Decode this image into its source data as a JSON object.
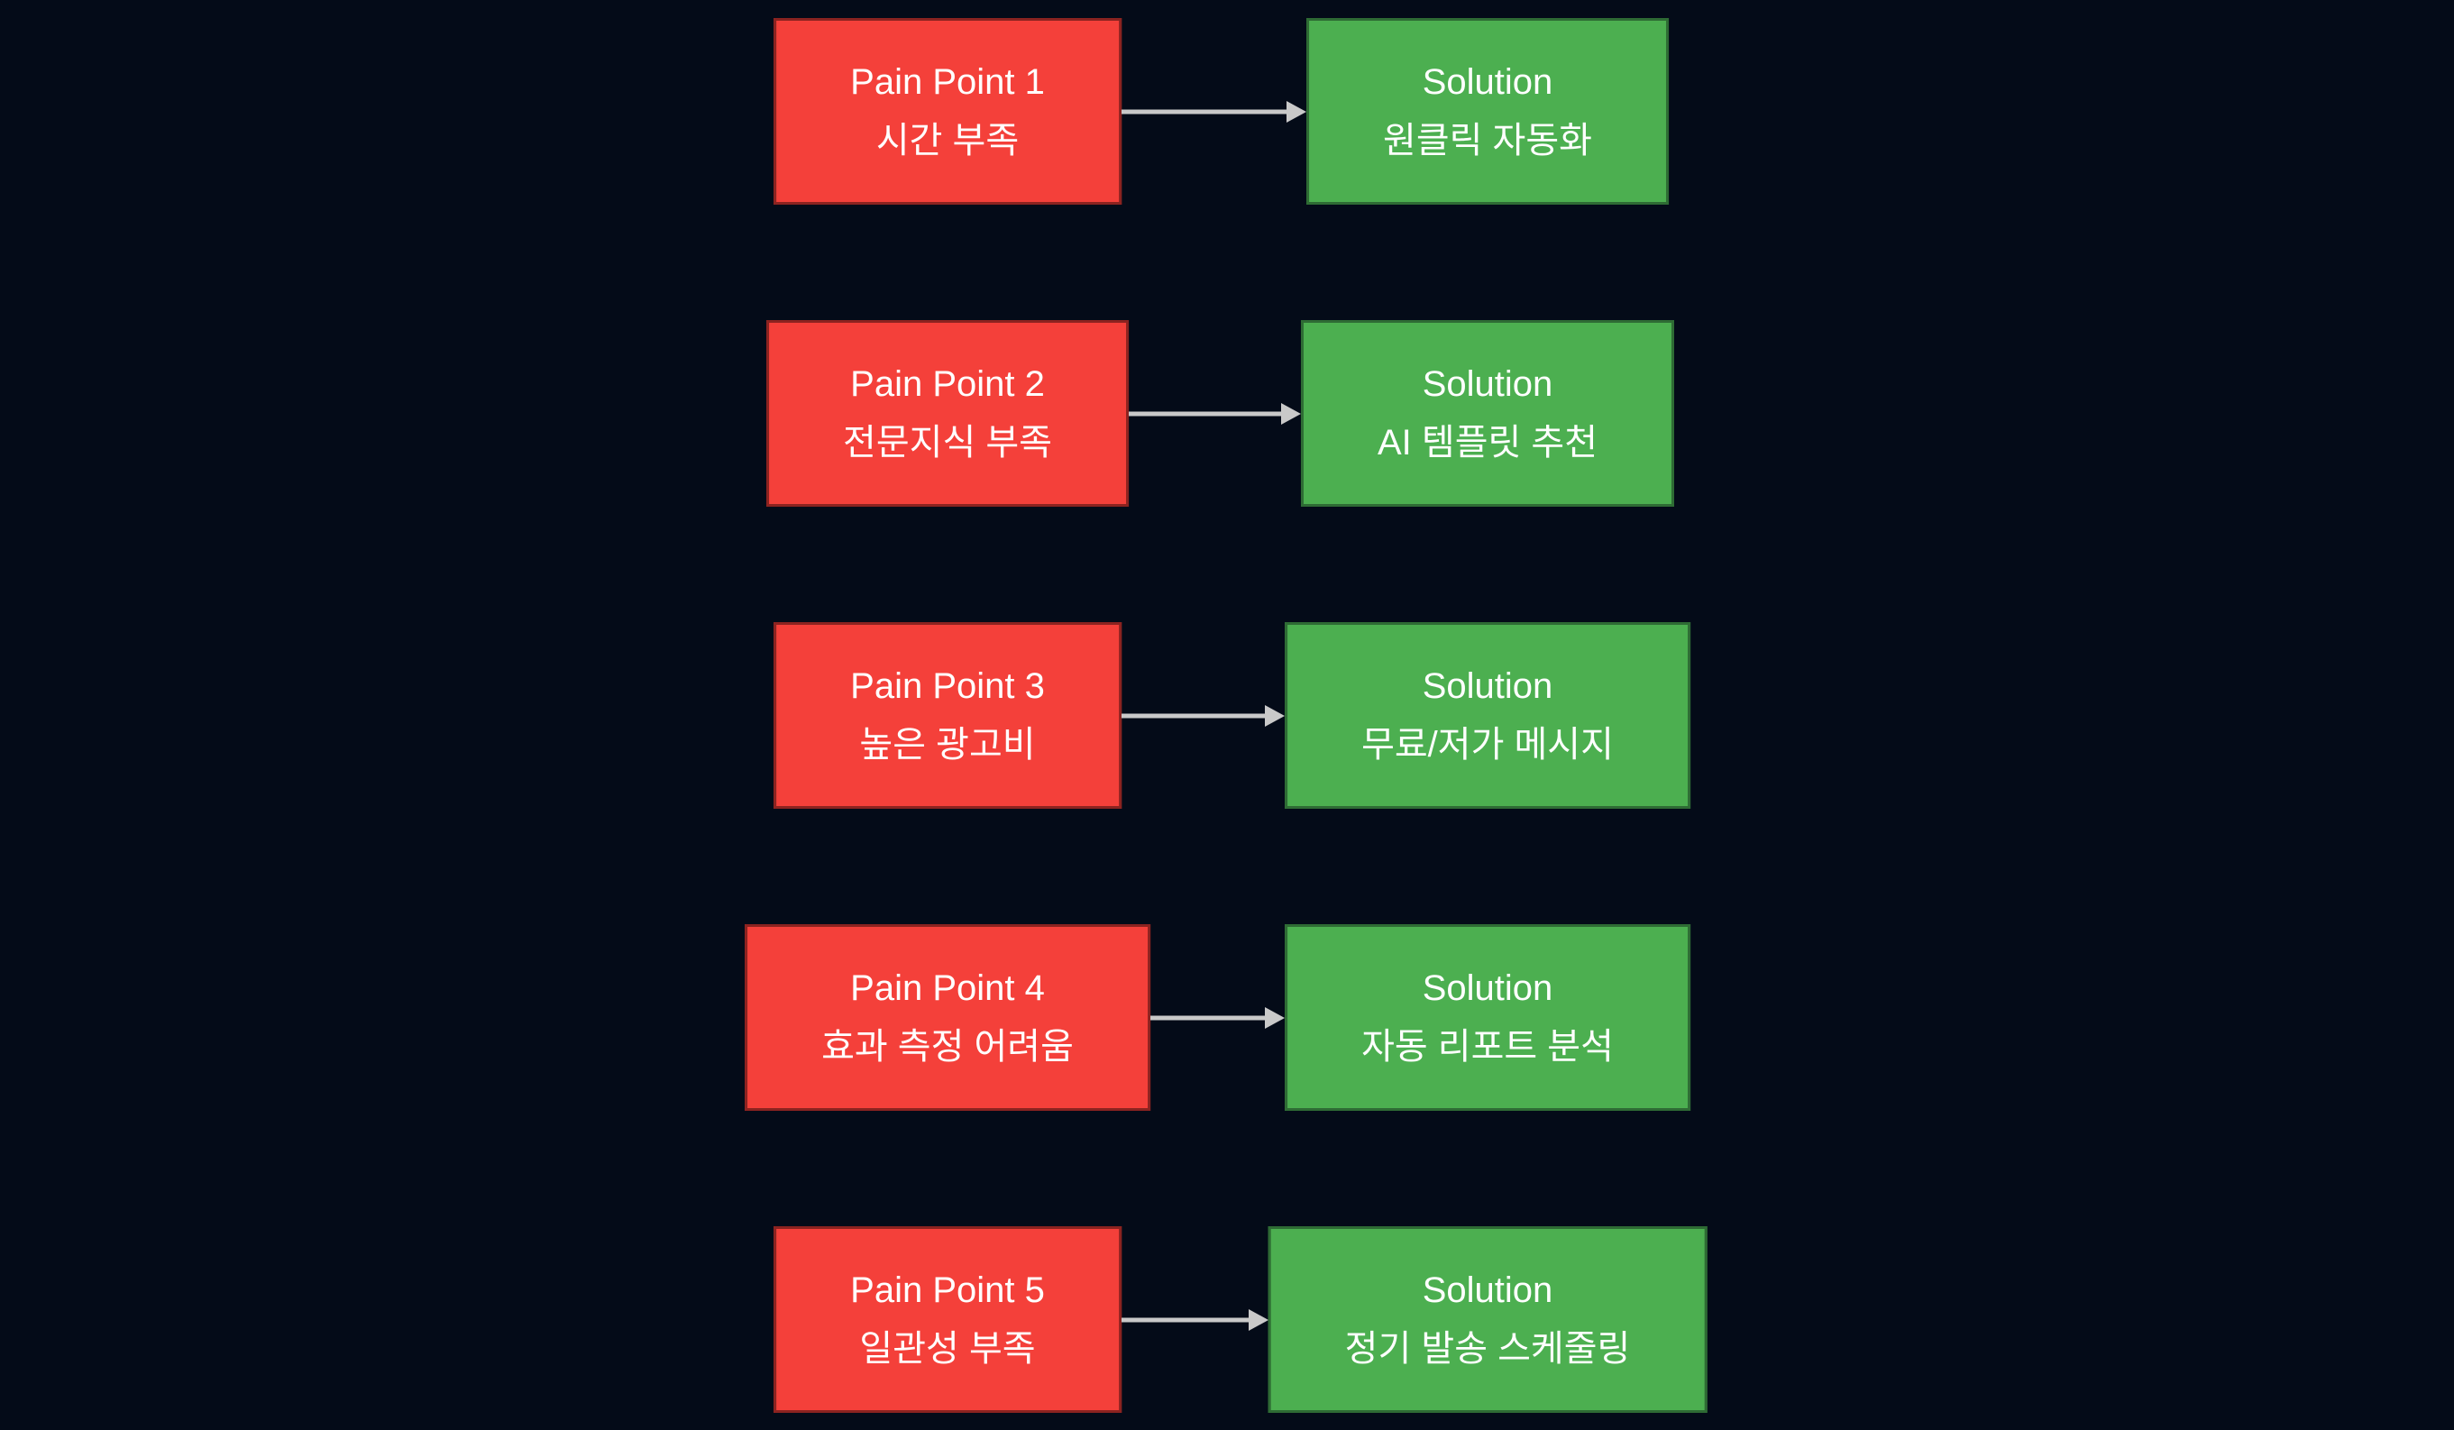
{
  "diagram": {
    "colors": {
      "background": "#040b18",
      "pain_fill": "#f4403a",
      "pain_border": "#8b2320",
      "solution_fill": "#4caf50",
      "solution_border": "#2e6b34",
      "arrow_color": "#c9c9c9",
      "text_color": "#ffffff"
    },
    "rows": [
      {
        "pain_title": "Pain Point 1",
        "pain_detail": "시간 부족",
        "solution_title": "Solution",
        "solution_detail": "원클릭 자동화"
      },
      {
        "pain_title": "Pain Point 2",
        "pain_detail": "전문지식 부족",
        "solution_title": "Solution",
        "solution_detail": "AI 템플릿 추천"
      },
      {
        "pain_title": "Pain Point 3",
        "pain_detail": "높은 광고비",
        "solution_title": "Solution",
        "solution_detail": "무료/저가 메시지"
      },
      {
        "pain_title": "Pain Point 4",
        "pain_detail": "효과 측정 어려움",
        "solution_title": "Solution",
        "solution_detail": "자동 리포트 분석"
      },
      {
        "pain_title": "Pain Point 5",
        "pain_detail": "일관성 부족",
        "solution_title": "Solution",
        "solution_detail": "정기 발송 스케줄링"
      }
    ]
  }
}
